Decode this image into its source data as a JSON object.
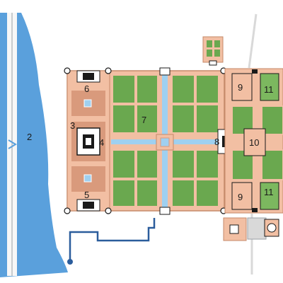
{
  "plan": {
    "labels": {
      "river": "2",
      "left_building": "3",
      "tomb": "4",
      "left_mosque_south": "5",
      "left_mosque_north": "6",
      "garden": "7",
      "gate": "8",
      "forecourt_north": "9",
      "forecourt_south": "9",
      "great_gate": "10",
      "court_north": "11",
      "court_south": "11"
    },
    "colors": {
      "river": "#5aa0dc",
      "terrace": "#f2bfa3",
      "terrace_dark": "#d99a7c",
      "lawn": "#6aa84f",
      "lawn_light": "#7cb85f",
      "water_channel": "#9fd0f0",
      "wall": "#c58a6a",
      "pipe": "#2b5d9c",
      "road": "#d9d9d9"
    }
  }
}
